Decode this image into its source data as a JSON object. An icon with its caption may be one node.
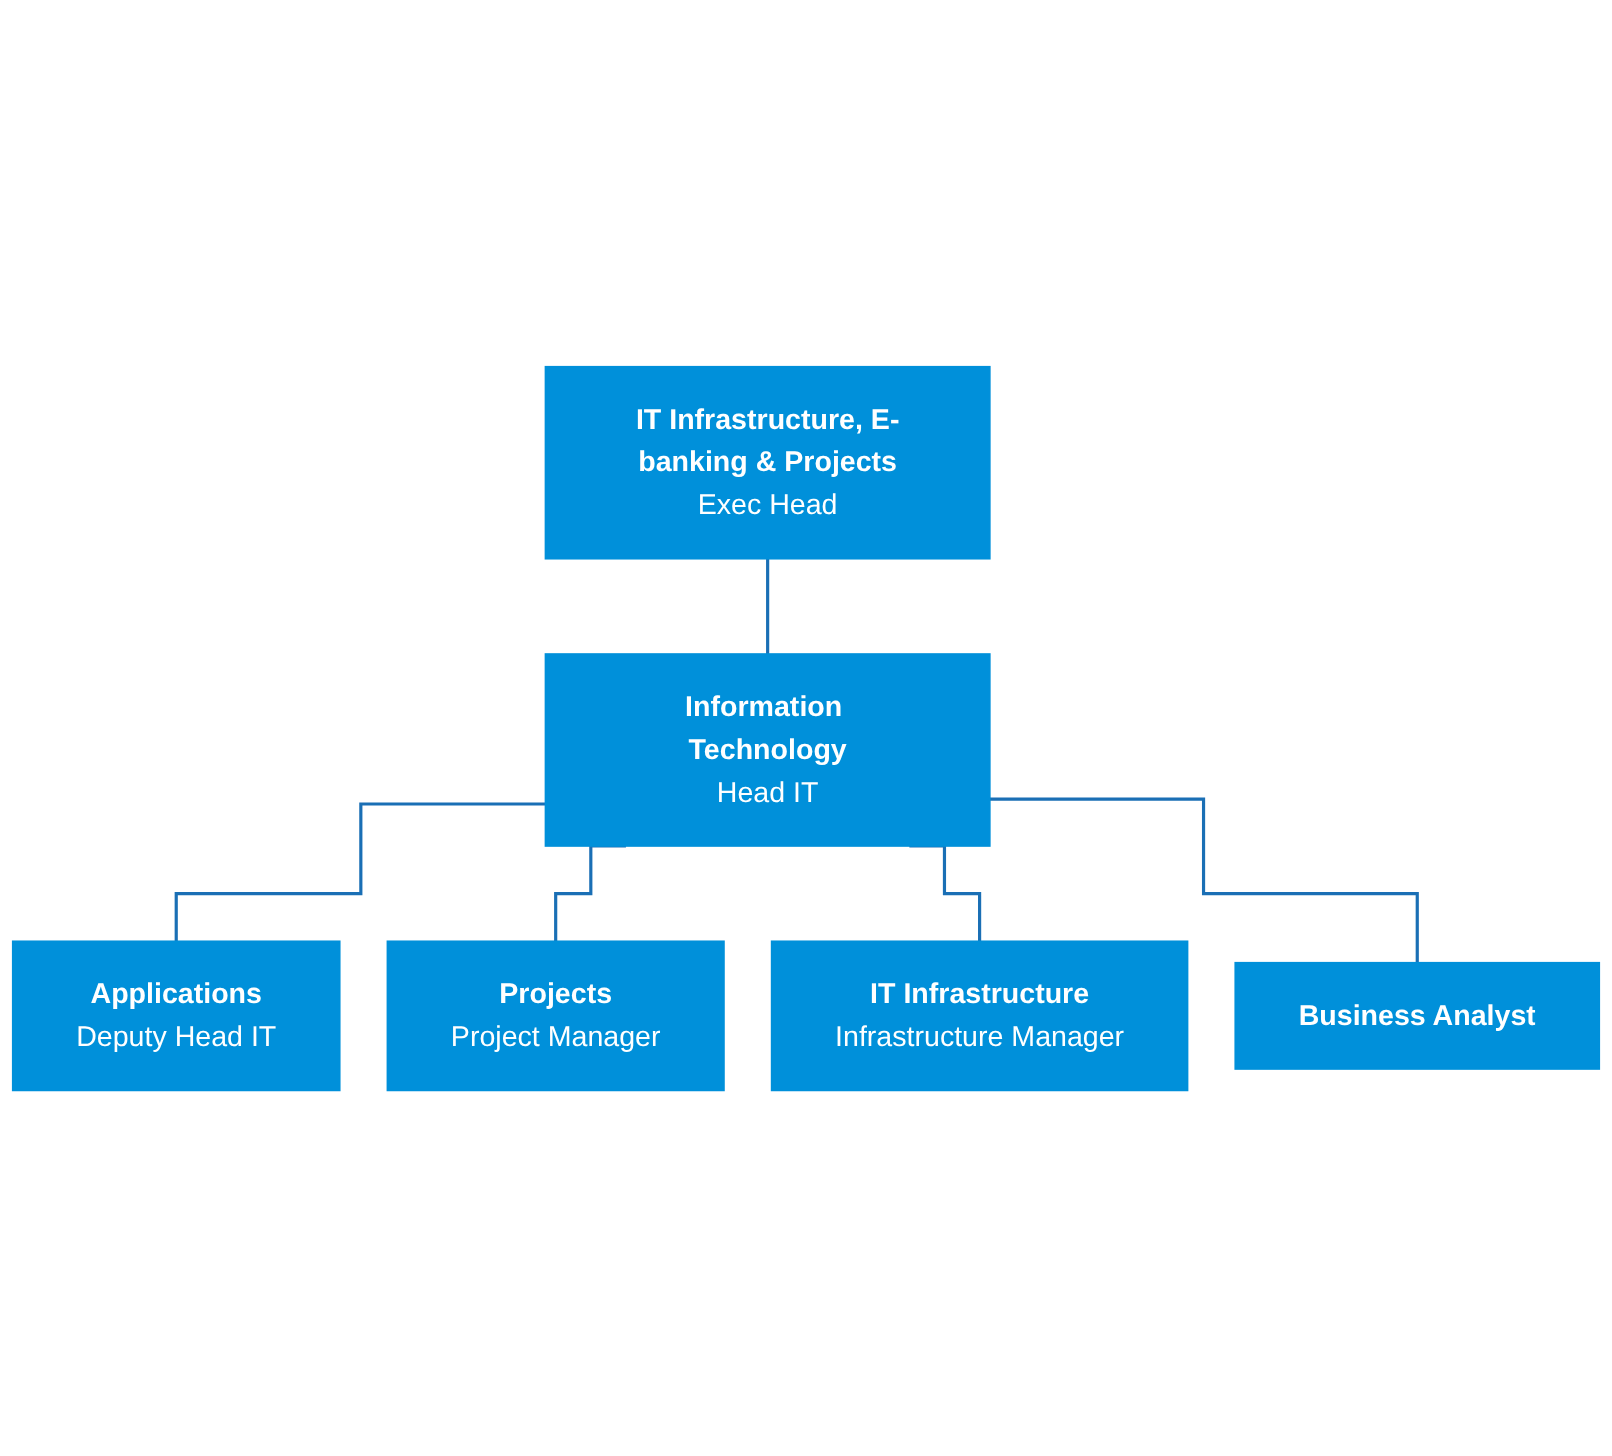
{
  "diagram": {
    "nodes": [
      {
        "text": [
          "IT Infrastructure, E-banking & Projects",
          "Exec Head"
        ]
      },
      {
        "text": [
          "Information Technology",
          "Head IT"
        ]
      },
      {
        "text": [
          "Applications",
          "Deputy Head IT"
        ]
      },
      {
        "text": [
          "Projects",
          "Project Manager"
        ]
      },
      {
        "text": [
          "IT Infrastructure",
          "Infrastructure Manager"
        ]
      },
      {
        "text": [
          "Business Analyst"
        ]
      }
    ],
    "edges": [
      {
        "from": 0,
        "to": 1,
        "arrow": "none"
      },
      {
        "from": 1,
        "to": 2,
        "arrow": "none"
      },
      {
        "from": 1,
        "to": 3,
        "arrow": "none"
      },
      {
        "from": 1,
        "to": 4,
        "arrow": "none"
      },
      {
        "from": 1,
        "to": 5,
        "arrow": "none"
      }
    ]
  }
}
